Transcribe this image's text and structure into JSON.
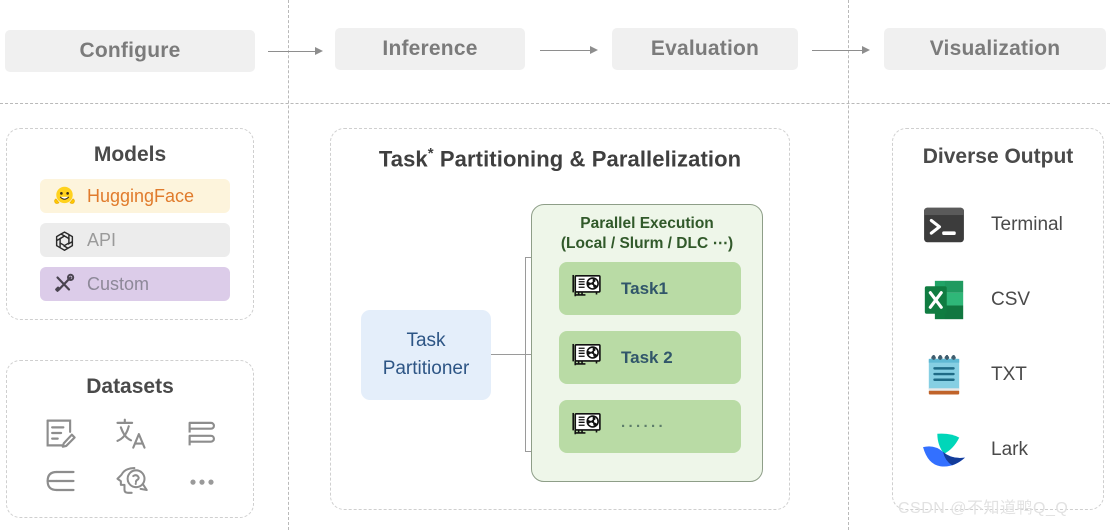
{
  "pipeline": {
    "stages": [
      {
        "label": "Configure"
      },
      {
        "label": "Inference"
      },
      {
        "label": "Evaluation"
      },
      {
        "label": "Visualization"
      }
    ]
  },
  "models": {
    "title": "Models",
    "items": [
      {
        "label": "HuggingFace",
        "icon": "hugging-face-icon",
        "bg": "#fdf4dc",
        "fg": "#e07b2c"
      },
      {
        "label": "API",
        "icon": "openai-icon",
        "bg": "#ececec",
        "fg": "#9a9a9a"
      },
      {
        "label": "Custom",
        "icon": "tools-icon",
        "bg": "#dccce9",
        "fg": "#8d8898"
      }
    ]
  },
  "datasets": {
    "title": "Datasets",
    "icons": [
      "edit-document-icon",
      "translate-icon",
      "books-stack-icon",
      "list-tree-icon",
      "reasoning-head-icon",
      "ellipsis-icon"
    ]
  },
  "center": {
    "title_main": "Task",
    "title_star": "*",
    "title_rest": " Partitioning & Parallelization",
    "partitioner": {
      "line1": "Task",
      "line2": "Partitioner"
    },
    "parallel": {
      "heading_line1": "Parallel Execution",
      "heading_line2": "(Local / Slurm / DLC ⋯)",
      "tasks": [
        {
          "label": "Task1",
          "icon": "gpu-card-icon"
        },
        {
          "label": "Task 2",
          "icon": "gpu-card-icon"
        },
        {
          "label": "······",
          "icon": "gpu-card-icon"
        }
      ]
    }
  },
  "output": {
    "title": "Diverse Output",
    "items": [
      {
        "label": "Terminal",
        "icon": "terminal-icon"
      },
      {
        "label": "CSV",
        "icon": "excel-icon"
      },
      {
        "label": "TXT",
        "icon": "notepad-icon"
      },
      {
        "label": "Lark",
        "icon": "lark-icon"
      }
    ]
  },
  "watermark": {
    "text": "CSDN @不知道鸭Q_Q"
  },
  "colors": {
    "stage_bg": "#f0f0f0",
    "stage_fg": "#7b7b7b",
    "divider": "#b9b9b9",
    "panel_border": "#cfcfcf",
    "parallel_bg": "#eef6e9",
    "parallel_border": "#8e9e88",
    "task_bg": "#b9dba5",
    "task_fg": "#31566a",
    "partitioner_bg": "#e4eefa",
    "partitioner_fg": "#2d5585",
    "green_text": "#31592a"
  }
}
